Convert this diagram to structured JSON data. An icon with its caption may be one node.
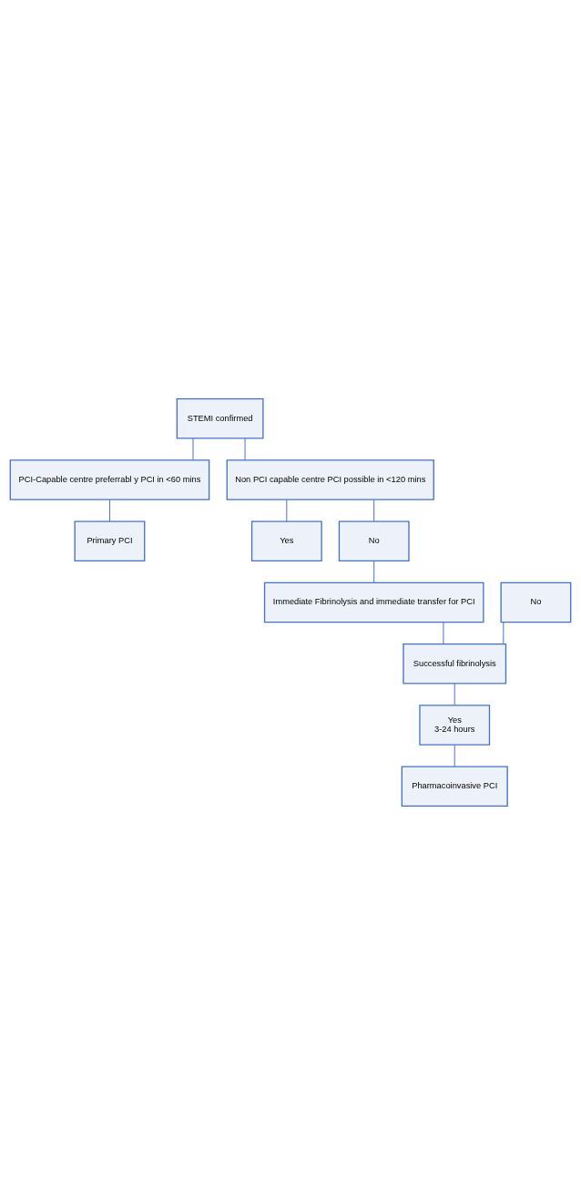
{
  "diagram": {
    "nodes": [
      {
        "text": [
          "STEMI confirmed"
        ]
      },
      {
        "text": [
          "PCI-Capable centre preferrabl y PCI in <60 mins"
        ]
      },
      {
        "text": [
          "Non PCI capable centre PCI possible in <120 mins"
        ]
      },
      {
        "text": [
          "Primary PCI"
        ]
      },
      {
        "text": [
          "Yes"
        ]
      },
      {
        "text": [
          "No"
        ]
      },
      {
        "text": [
          "No"
        ]
      },
      {
        "text": [
          "Immediate Fibrinolysis and immediate transfer for PCI"
        ]
      },
      {
        "text": [
          "Successful fibrinolysis"
        ]
      },
      {
        "text": [
          "Yes",
          "3-24 hours"
        ]
      },
      {
        "text": [
          "Pharmacoinvasive PCI"
        ]
      }
    ],
    "edges": [
      {
        "from": 0,
        "to": 1,
        "arrow": "none"
      },
      {
        "from": 0,
        "to": 2,
        "arrow": "none"
      },
      {
        "from": 1,
        "to": 3,
        "arrow": "none"
      },
      {
        "from": 2,
        "to": 4,
        "arrow": "none"
      },
      {
        "from": 2,
        "to": 5,
        "arrow": "none"
      },
      {
        "from": 5,
        "to": 7,
        "arrow": "none"
      },
      {
        "from": 6,
        "to": 8,
        "arrow": "none"
      },
      {
        "from": 7,
        "to": 8,
        "arrow": "none"
      },
      {
        "from": 8,
        "to": 9,
        "arrow": "none"
      },
      {
        "from": 9,
        "to": 10,
        "arrow": "none"
      }
    ]
  }
}
